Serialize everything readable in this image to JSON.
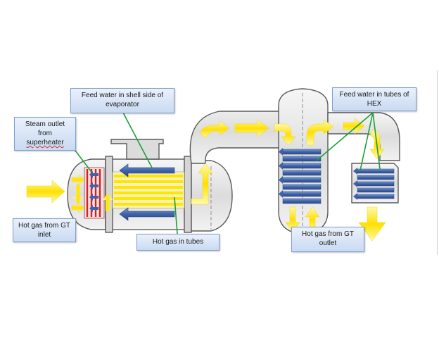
{
  "labels": {
    "feed_water_shell": {
      "line1": "Feed water in shell side of",
      "line2": "evaporator"
    },
    "steam_outlet": {
      "line1": "Steam outlet",
      "line2": "from",
      "line3": "superheater"
    },
    "hot_gas_inlet": {
      "line1": "Hot gas from GT",
      "line2": "inlet"
    },
    "hot_gas_tubes": {
      "line1": "Hot gas in tubes"
    },
    "feed_water_hex": {
      "line1": "Feed water in tubes of",
      "line2": "HEX"
    },
    "hot_gas_outlet": {
      "line1": "Hot gas from GT",
      "line2": "outlet"
    }
  },
  "colors": {
    "gas_arrow": "#ffe000",
    "gas_arrow_glow": "#fff6a0",
    "water_arrow": "#3f63a8",
    "water_arrow_light": "#6f93d0",
    "vessel_outline": "#5a5a5a",
    "vessel_fill": "#ececec",
    "pointer_line": "#1f9e3a",
    "superheater_tubes": "#d42020",
    "label_border": "#7f9fcf"
  }
}
